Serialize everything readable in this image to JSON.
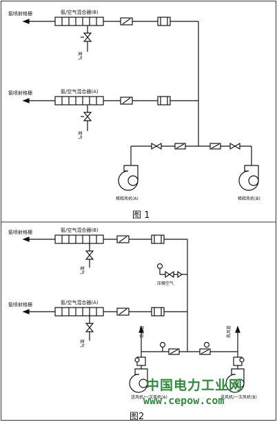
{
  "figure1": {
    "caption": "图 1",
    "outlet_top": "氨喷射格栅",
    "outlet_bottom": "氨喷射格栅",
    "mixer_top": "氨/空气混合器(B)",
    "mixer_bottom": "氨/空气混合器(A)",
    "ammonia_top": "氨气",
    "ammonia_bottom": "氨气",
    "fan_left": "稀释风机(A)",
    "fan_right": "稀释风机(B)"
  },
  "figure2": {
    "caption": "图2",
    "outlet_top": "氨喷射格栅",
    "outlet_bottom": "氨喷射格栅",
    "mixer_top": "氨/空气混合器(B)",
    "mixer_bottom": "氨/空气混合器(A)",
    "ammonia_top": "氨气",
    "ammonia_bottom": "氨气",
    "compressed_air": "压缩空气",
    "duct_left": "热风管",
    "duct_right": "热风管",
    "fan_left": "送风机/一次风机(A)",
    "fan_right": "送风机/一次风机(B)"
  },
  "watermark": {
    "chinese": "中国电力工业网",
    "url": "www.cepow.com"
  }
}
